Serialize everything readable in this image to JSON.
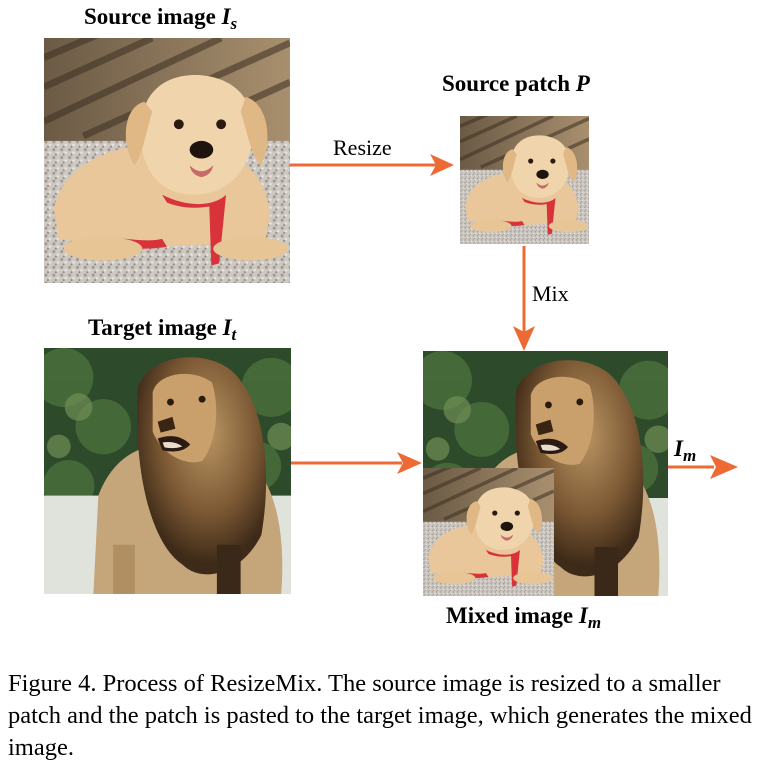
{
  "labels": {
    "source_image": "Source image ",
    "source_image_var": "I",
    "source_image_sub": "s",
    "source_patch": "Source patch ",
    "source_patch_var": "P",
    "target_image": "Target image ",
    "target_image_var": "I",
    "target_image_sub": "t",
    "mixed_image": "Mixed image ",
    "mixed_image_var": "I",
    "mixed_image_sub": "m",
    "output_var": "I",
    "output_sub": "m"
  },
  "arrows": {
    "resize": "Resize",
    "mix": "Mix"
  },
  "caption": "Figure 4. Process of ResizeMix.  The source image is resized to a smaller patch and the patch is pasted to the target image, which generates the mixed image.",
  "colors": {
    "arrow": "#EE6A35"
  }
}
